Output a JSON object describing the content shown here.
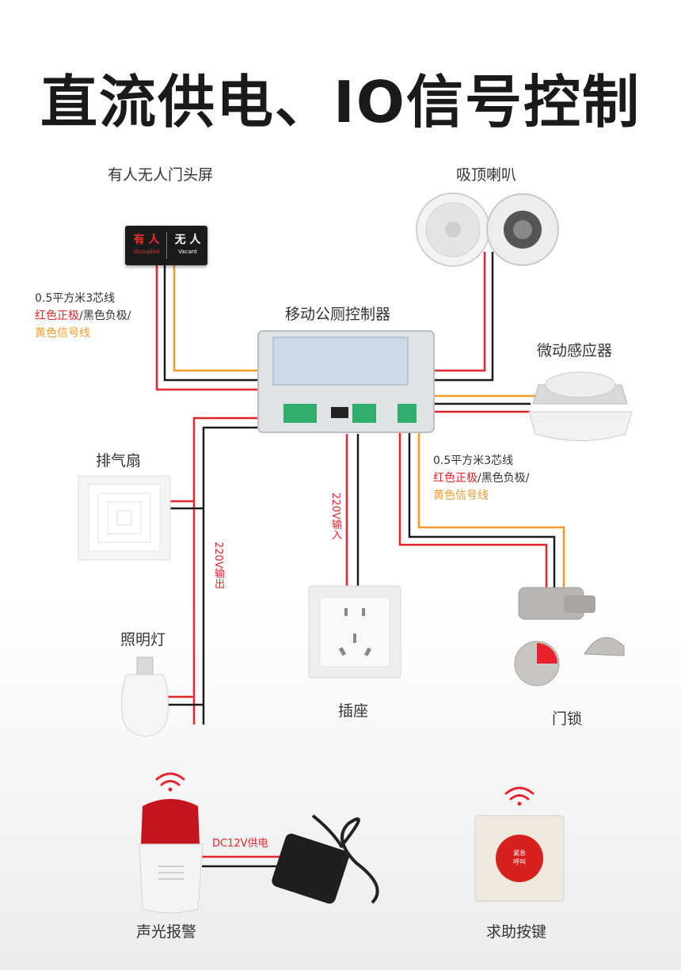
{
  "title": "直流供电、IO信号控制",
  "labels": {
    "door_sign": "有人无人门头屏",
    "speaker": "吸顶喇叭",
    "controller": "移动公厕控制器",
    "sensor": "微动感应器",
    "fan": "排气扇",
    "light": "照明灯",
    "socket": "插座",
    "lock": "门锁",
    "alarm": "声光报警",
    "help_button": "求助按键"
  },
  "wire_note_left": {
    "line1": "0.5平方米3芯线",
    "line2_red": "红色正极",
    "line2_black": "/黑色负极/",
    "line3_orange": "黄色信号线"
  },
  "wire_note_right": {
    "line1": "0.5平方米3芯线",
    "line2_red": "红色正极",
    "line2_black": "/黑色负极/",
    "line3_orange": "黄色信号线"
  },
  "power_labels": {
    "input": "220V输入",
    "output": "220V输出",
    "dc": "DC12V供电"
  },
  "sign_text": {
    "occupied_cn": "有 人",
    "occupied_en": "Occupied",
    "vacant_cn": "无 人",
    "vacant_en": "Vacant"
  },
  "button_text": {
    "line1": "紧急",
    "line2": "呼叫"
  },
  "colors": {
    "wire_red": "#e8232d",
    "wire_black": "#1a1a1a",
    "wire_orange": "#f09a2a"
  }
}
